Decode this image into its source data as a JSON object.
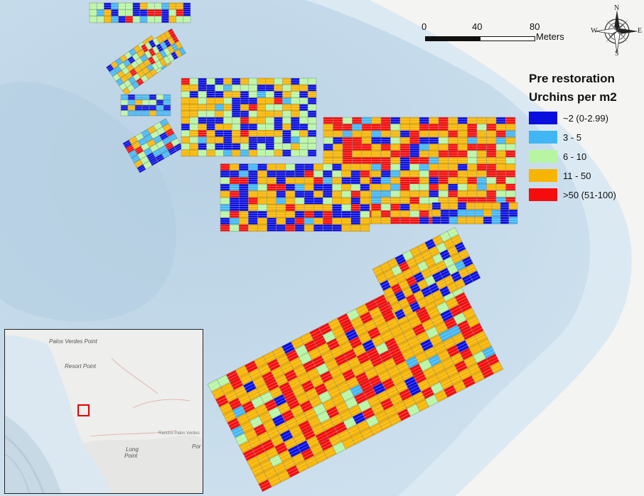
{
  "legend": {
    "title_line1": "Pre restoration",
    "title_line2": "Urchins per m2",
    "classes": [
      {
        "label": "~2 (0-2.99)",
        "color": "#0a0fe0"
      },
      {
        "label": "3 - 5",
        "color": "#41b6f4"
      },
      {
        "label": "6 - 10",
        "color": "#b7f5a2"
      },
      {
        "label": "11 - 50",
        "color": "#f7b501"
      },
      {
        "label": ">50 (51-100)",
        "color": "#f60c0c"
      }
    ]
  },
  "scale_bar": {
    "ticks": [
      "0",
      "40",
      "80"
    ],
    "unit": "Meters"
  },
  "compass": {
    "n": "N",
    "s": "S",
    "e": "E",
    "w": "W"
  },
  "inset": {
    "labels": [
      "Palos Verdes Point",
      "Resort Point",
      "Long",
      "Point",
      "Rancho Palos Verdes",
      "Por"
    ],
    "locator_color": "#e00000"
  },
  "colors": {
    "water_deep": "#c6dcec",
    "water_shallow": "#d9e8f2",
    "land": "#f3f3f1",
    "grid_line": "#8c8c8c"
  }
}
